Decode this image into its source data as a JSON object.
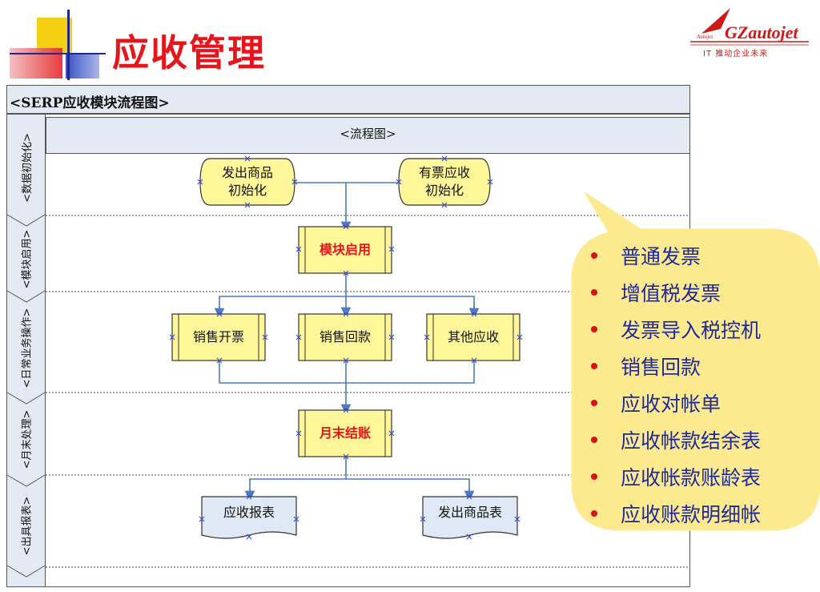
{
  "slide": {
    "title": "应收管理",
    "logo": {
      "brand": "GZautojet",
      "tagline": "IT 推动企业未来",
      "small": "Autojet"
    }
  },
  "diagram": {
    "title": "<SERP应收模块流程图>",
    "lane_header": "<流程图>",
    "lanes": [
      "<数据初始化>",
      "<模块启用>",
      "<日常业务操作>",
      "<月末处理>",
      "<出具报表>"
    ],
    "nodes": {
      "init_goods": "发出商品\n初始化",
      "init_ar": "有票应收\n初始化",
      "enable": "模块启用",
      "invoice": "销售开票",
      "receipt": "销售回款",
      "other": "其他应收",
      "month_end": "月末结账",
      "ar_report": "应收报表",
      "goods_report": "发出商品表"
    }
  },
  "callout": {
    "items": [
      "普通发票",
      "增值税发票",
      "发票导入税控机",
      "销售回款",
      "应收对帐单",
      "应收帐款结余表",
      "应收帐款账龄表",
      "应收账款明细帐"
    ]
  },
  "colors": {
    "title": "#e8141b",
    "node_fill": "#fff79a",
    "callout_fill": "#fde98e",
    "list_text": "#1d2a9e",
    "line": "#4c7cc3"
  }
}
